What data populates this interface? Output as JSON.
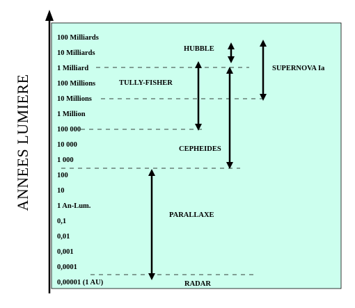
{
  "axis": {
    "label": "ANNEES LUMIERE",
    "ticks": [
      "100 Milliards",
      "10 Milliards",
      "1 Milliard",
      "100 Millions",
      "10 Millions",
      "1 Million",
      "100 000",
      "10 000",
      "1 000",
      "100",
      "10",
      "1 An-Lum.",
      "0,1",
      "0,01",
      "0,001",
      "0,0001",
      "0,00001 (1 AU)"
    ]
  },
  "methods": {
    "hubble": "HUBBLE",
    "supernova": "SUPERNOVA Ia",
    "tully_fisher": "TULLY-FISHER",
    "cepheides": "CEPHEIDES",
    "parallaxe": "PARALLAXE",
    "radar": "RADAR"
  },
  "colors": {
    "panel": "#ccffee",
    "ink": "#000000"
  }
}
